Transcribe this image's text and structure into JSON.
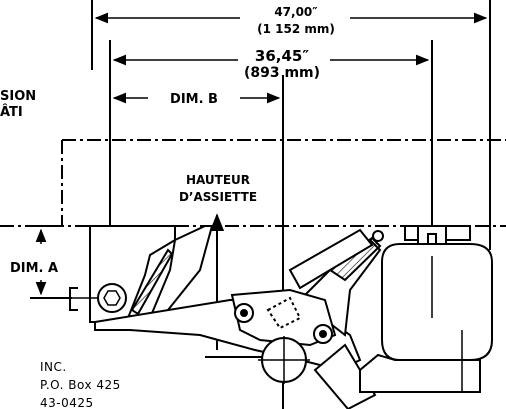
{
  "dimensions": {
    "overall": {
      "inches": "47,00″",
      "mm": "(1 152 mm)"
    },
    "axle_to_spring": {
      "inches": "36,45″",
      "mm": "(893 mm)"
    },
    "dim_b": "DIM. B",
    "dim_a": "DIM. A"
  },
  "labels": {
    "ride_height_line1": "HAUTEUR",
    "ride_height_line2": "D’ASSIETTE",
    "frame_dim_line1": "SION",
    "frame_dim_line2": "ÂTI"
  },
  "address": {
    "line1": "INC.",
    "line2": "P.O. Box 425",
    "line3": "43-0425"
  }
}
